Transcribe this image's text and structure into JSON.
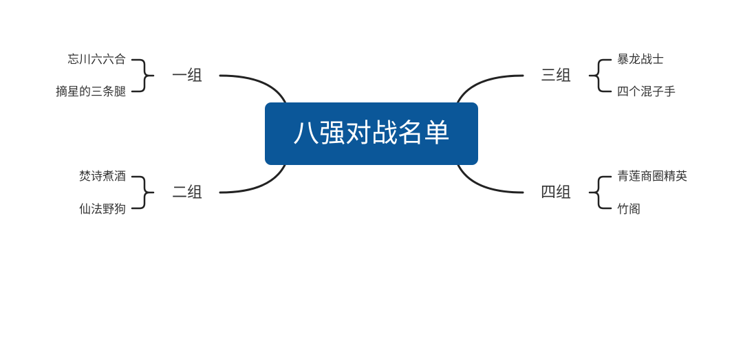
{
  "central_topic": "八强对战名单",
  "groups": [
    {
      "label": "一组",
      "teams": [
        "忘川六六合",
        "摘星的三条腿"
      ]
    },
    {
      "label": "二组",
      "teams": [
        "焚诗煮酒",
        "仙法野狗"
      ]
    },
    {
      "label": "三组",
      "teams": [
        "暴龙战士",
        "四个混子手"
      ]
    },
    {
      "label": "四组",
      "teams": [
        "青莲商圈精英",
        "竹阁"
      ]
    }
  ],
  "colors": {
    "central_fill": "#0b5799",
    "central_text": "#ffffff",
    "line": "#222222",
    "text": "#333333"
  }
}
